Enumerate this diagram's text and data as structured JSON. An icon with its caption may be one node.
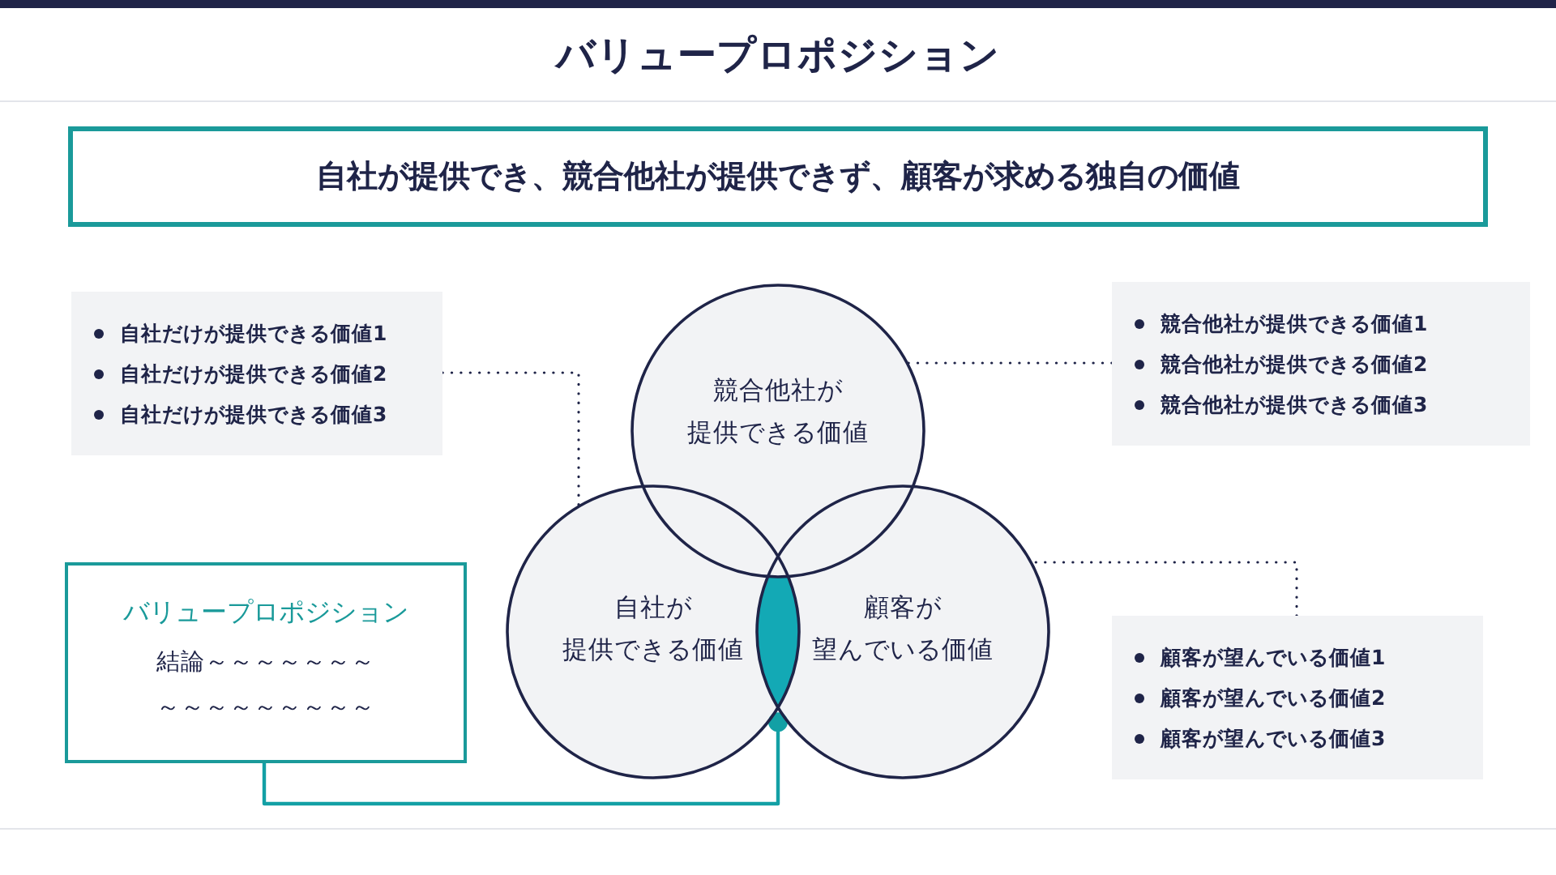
{
  "diagram": {
    "title": "バリュープロポジション",
    "nodes": [
      {
        "text": [
          "自社が提供でき、競合他社が提供できず、顧客が求める独自の価値"
        ]
      },
      {
        "text": [
          "自社だけが提供できる価値1",
          "自社だけが提供できる価値2",
          "自社だけが提供できる価値3"
        ]
      },
      {
        "text": [
          "競合他社が提供できる価値1",
          "競合他社が提供できる価値2",
          "競合他社が提供できる価値3"
        ]
      },
      {
        "text": [
          "競合他社が提供できる価値"
        ]
      },
      {
        "text": [
          "自社が提供できる価値"
        ]
      },
      {
        "text": [
          "顧客が望んでいる価値"
        ]
      },
      {
        "text": [
          "顧客が望んでいる価値1",
          "顧客が望んでいる価値2",
          "顧客が望んでいる価値3"
        ]
      },
      {
        "text": [
          "バリュープロポジション",
          "結論～～～～～～～～～～～～～～～～"
        ]
      },
      {
        "text": [],
        "shape": "lens"
      }
    ],
    "edges": [
      {
        "from": 1,
        "to": 4,
        "arrow": "none",
        "style": "dashed"
      },
      {
        "from": 2,
        "to": 3,
        "arrow": "none",
        "style": "dashed"
      },
      {
        "from": 6,
        "to": 5,
        "arrow": "none",
        "style": "dashed"
      },
      {
        "from": 7,
        "to": 8,
        "arrow": "other",
        "color": "#13a0a5"
      }
    ]
  }
}
